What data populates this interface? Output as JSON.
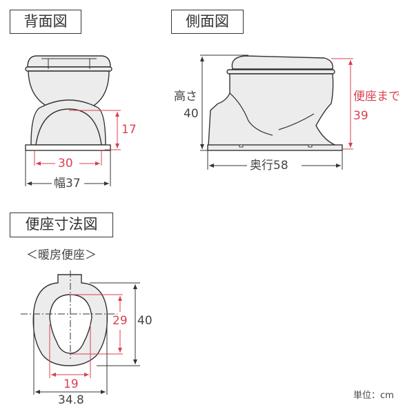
{
  "sections": {
    "back": {
      "title": "背面図",
      "width_label": "幅37",
      "inner_width": "30",
      "arch_height": "17"
    },
    "side": {
      "title": "側面図",
      "height_label_1": "高さ",
      "height_value": "40",
      "seat_label": "便座まで",
      "seat_value": "39",
      "depth_label": "奥行58"
    },
    "seat": {
      "title": "便座寸法図",
      "subtitle": "＜暖房便座＞",
      "hole_length": "29",
      "outer_length": "40",
      "hole_width": "19",
      "outer_width": "34.8"
    }
  },
  "unit_note": "単位：cm",
  "colors": {
    "line": "#333333",
    "dimension_red": "#d9404f",
    "fill": "#ececec"
  }
}
